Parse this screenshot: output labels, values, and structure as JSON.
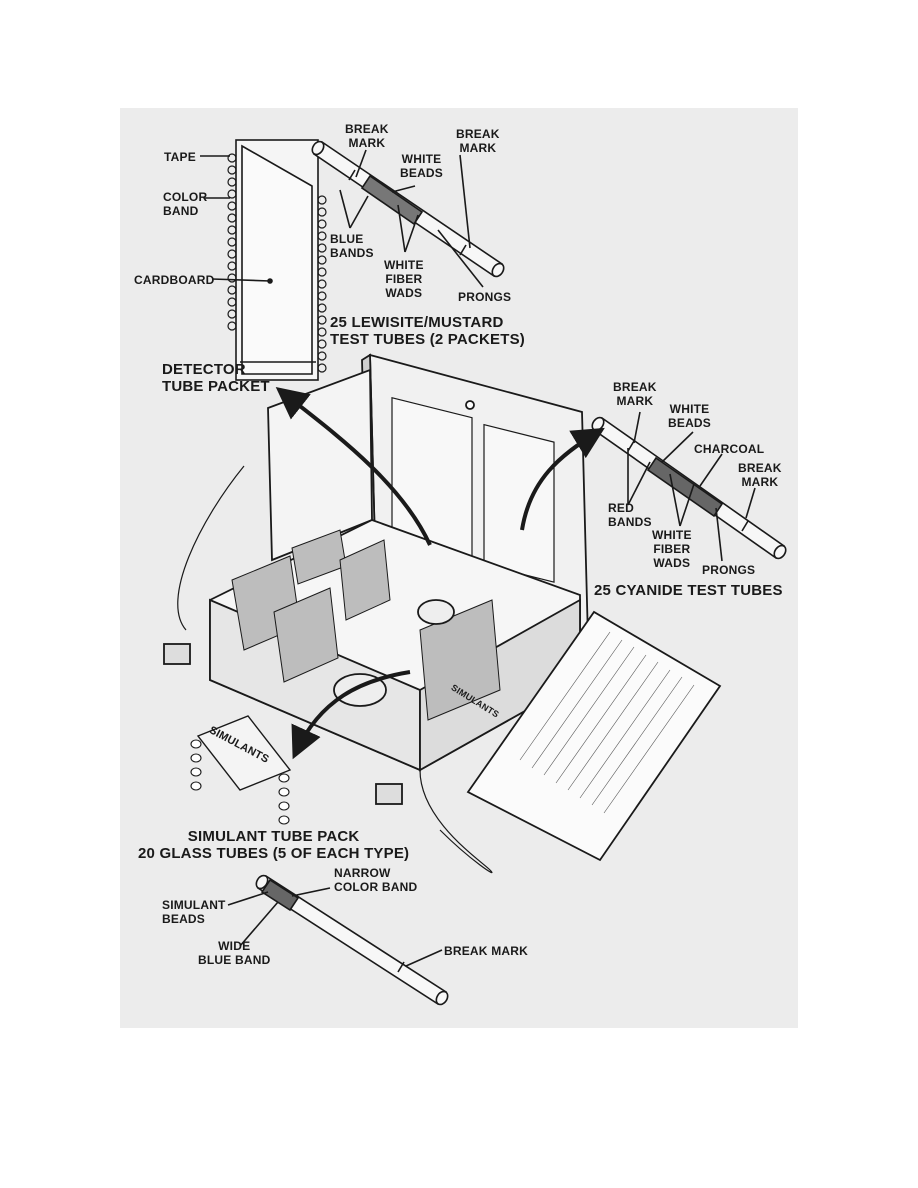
{
  "labels": {
    "detector_packet": {
      "tape": "TAPE",
      "color_band": "COLOR\nBAND",
      "cardboard": "CARDBOARD",
      "caption": "DETECTOR\nTUBE PACKET"
    },
    "lewisite_tube": {
      "break_mark_left": "BREAK\nMARK",
      "break_mark_right": "BREAK\nMARK",
      "white_beads": "WHITE\nBEADS",
      "blue_bands": "BLUE\nBANDS",
      "white_fiber_wads": "WHITE\nFIBER\nWADS",
      "prongs": "PRONGS",
      "caption": "25 LEWISITE/MUSTARD\nTEST TUBES (2 PACKETS)"
    },
    "cyanide_tube": {
      "break_mark_left": "BREAK\nMARK",
      "white_beads": "WHITE\nBEADS",
      "charcoal": "CHARCOAL",
      "break_mark_right": "BREAK\nMARK",
      "red_bands": "RED\nBANDS",
      "white_fiber_wads": "WHITE\nFIBER\nWADS",
      "prongs": "PRONGS",
      "caption": "25 CYANIDE TEST TUBES"
    },
    "simulant_pack": {
      "caption": "SIMULANT TUBE PACK\n20 GLASS TUBES (5 OF EACH TYPE)",
      "box_text": "SIMULANTS"
    },
    "simulant_tube": {
      "narrow_color_band": "NARROW\nCOLOR BAND",
      "simulant_beads": "SIMULANT\nBEADS",
      "wide_blue_band": "WIDE\nBLUE BAND",
      "break_mark": "BREAK MARK"
    },
    "kit_inside": {
      "simulants": "SIMULANTS"
    }
  }
}
